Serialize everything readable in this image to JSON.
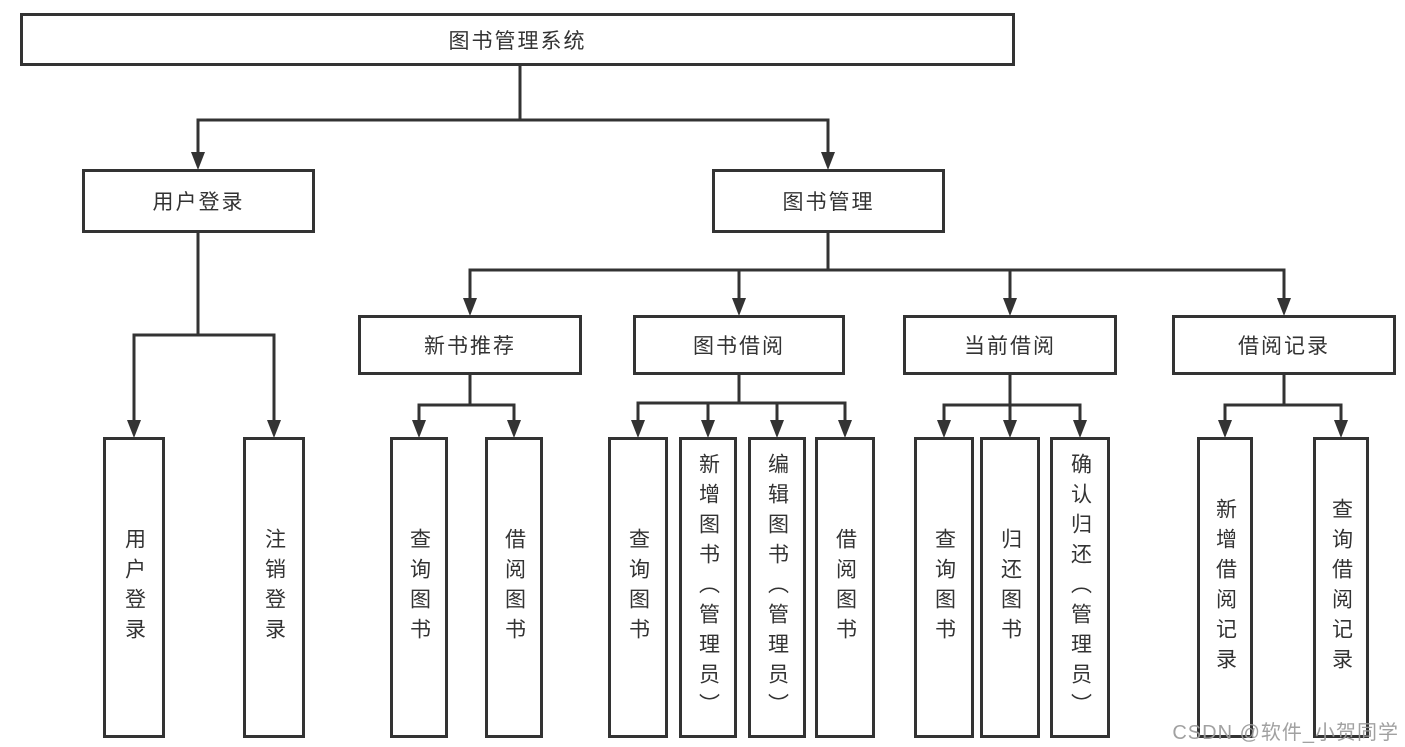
{
  "diagram": {
    "nodes": {
      "root": "图书管理系统",
      "user_login": "用户登录",
      "book_mgmt": "图书管理",
      "new_rec": "新书推荐",
      "book_borrow": "图书借阅",
      "current_borrow": "当前借阅",
      "borrow_records": "借阅记录",
      "leaf_user_login": "用户登录",
      "leaf_logout": "注销登录",
      "leaf_rec_query_books": "查询图书",
      "leaf_rec_borrow_books": "借阅图书",
      "leaf_bor_query_books": "查询图书",
      "leaf_bor_add_books": "新增图书（管理员）",
      "leaf_bor_edit_books": "编辑图书（管理员）",
      "leaf_bor_borrow_books": "借阅图书",
      "leaf_cur_query_books": "查询图书",
      "leaf_cur_return_books": "归还图书",
      "leaf_cur_confirm_return": "确认归还（管理员）",
      "leaf_recs_add_record": "新增借阅记录",
      "leaf_recs_query_record": "查询借阅记录"
    },
    "hierarchy": {
      "图书管理系统": {
        "用户登录": [
          "用户登录",
          "注销登录"
        ],
        "图书管理": {
          "新书推荐": [
            "查询图书",
            "借阅图书"
          ],
          "图书借阅": [
            "查询图书",
            "新增图书（管理员）",
            "编辑图书（管理员）",
            "借阅图书"
          ],
          "当前借阅": [
            "查询图书",
            "归还图书",
            "确认归还（管理员）"
          ],
          "借阅记录": [
            "新增借阅记录",
            "查询借阅记录"
          ]
        }
      }
    },
    "colors": {
      "line": "#333333",
      "text": "#333333",
      "background": "#ffffff",
      "watermark": "#9c9c9c"
    }
  },
  "watermark": "CSDN @软件_小贺同学"
}
